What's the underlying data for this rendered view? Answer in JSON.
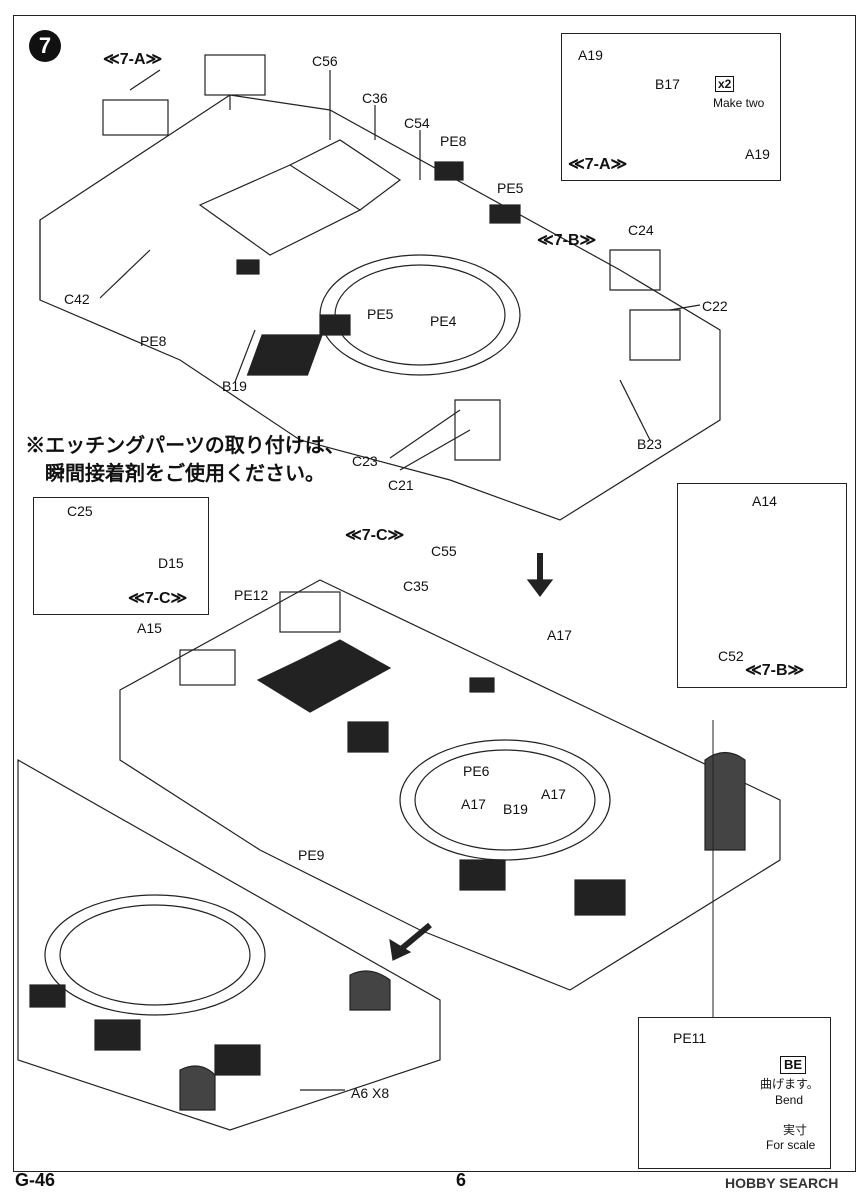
{
  "step": {
    "number": "7"
  },
  "callouts": {
    "sub_7a": "≪7-A≫",
    "sub_7b": "≪7-B≫",
    "sub_7c": "≪7-C≫"
  },
  "parts_top": {
    "c56": "C56",
    "c36": "C36",
    "c54": "C54",
    "pe8_top": "PE8",
    "pe5_top": "PE5",
    "c24": "C24",
    "c22": "C22",
    "c42": "C42",
    "pe8_left": "PE8",
    "pe5_mid": "PE5",
    "pe4": "PE4",
    "b19_top": "B19",
    "c23": "C23",
    "c21": "C21",
    "b23": "B23"
  },
  "inset_7a": {
    "a19_top": "A19",
    "b17": "B17",
    "a19_bottom": "A19",
    "multiplier": "x2",
    "make_two": "Make two"
  },
  "warning_note": {
    "line1": "※エッチングパーツの取り付けは、",
    "line2": "瞬間接着剤をご使用ください。"
  },
  "inset_7c": {
    "c25": "C25",
    "d15": "D15"
  },
  "inset_7b": {
    "a14": "A14",
    "c52": "C52"
  },
  "parts_mid": {
    "c55": "C55",
    "c35": "C35",
    "pe12": "PE12",
    "a15": "A15",
    "a17_a": "A17",
    "pe6": "PE6",
    "a17_b": "A17",
    "a17_c": "A17",
    "b19": "B19",
    "pe9": "PE9",
    "a6": "A6 X8"
  },
  "inset_pe11": {
    "pe11": "PE11",
    "be": "BE",
    "bend_jp": "曲げます。",
    "bend_en": "Bend",
    "scale_jp": "実寸",
    "scale_en": "For scale"
  },
  "footer": {
    "code": "G-46",
    "page": "6",
    "watermark": "HOBBY SEARCH"
  }
}
